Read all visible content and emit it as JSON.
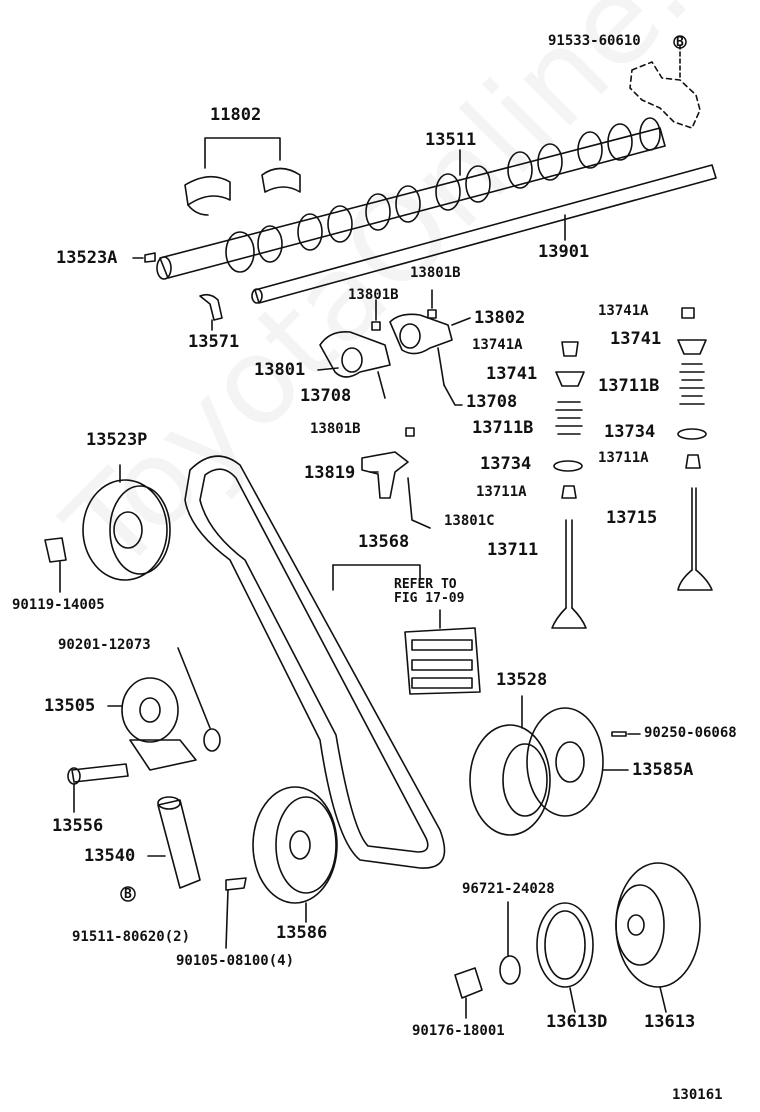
{
  "diagram": {
    "watermark": "ToyotaOnline.ru",
    "figure_number": "130161",
    "refer_note": {
      "line1": "REFER TO",
      "line2": "FIG 17-09"
    },
    "labels": {
      "p91533": "91533-60610",
      "p91533_mark": "B",
      "p11802": "11802",
      "p13511": "13511",
      "p13523A": "13523A",
      "p13901": "13901",
      "p13801B_a": "13801B",
      "p13801B_b": "13801B",
      "p13741A_r": "13741A",
      "p13571": "13571",
      "p13802": "13802",
      "p13741A_l": "13741A",
      "p13741_r": "13741",
      "p13801": "13801",
      "p13741_l": "13741",
      "p13711B_r": "13711B",
      "p13708_l": "13708",
      "p13708_r": "13708",
      "p13523P": "13523P",
      "p13801B_c": "13801B",
      "p13711B_l": "13711B",
      "p13734_r": "13734",
      "p13819": "13819",
      "p13734_l": "13734",
      "p13711A_r": "13711A",
      "p13711A_l": "13711A",
      "p13715": "13715",
      "p13801C": "13801C",
      "p13568": "13568",
      "p13711": "13711",
      "p90119": "90119-14005",
      "p90201": "90201-12073",
      "p13528": "13528",
      "p13505": "13505",
      "p90250": "90250-06068",
      "p13585A": "13585A",
      "p13556": "13556",
      "p13540": "13540",
      "p96721": "96721-24028",
      "p91511": "91511-80620(2)",
      "p91511_mark": "B",
      "p13586": "13586",
      "p90105": "90105-08100(4)",
      "p90176": "90176-18001",
      "p13613D": "13613D",
      "p13613": "13613"
    }
  }
}
